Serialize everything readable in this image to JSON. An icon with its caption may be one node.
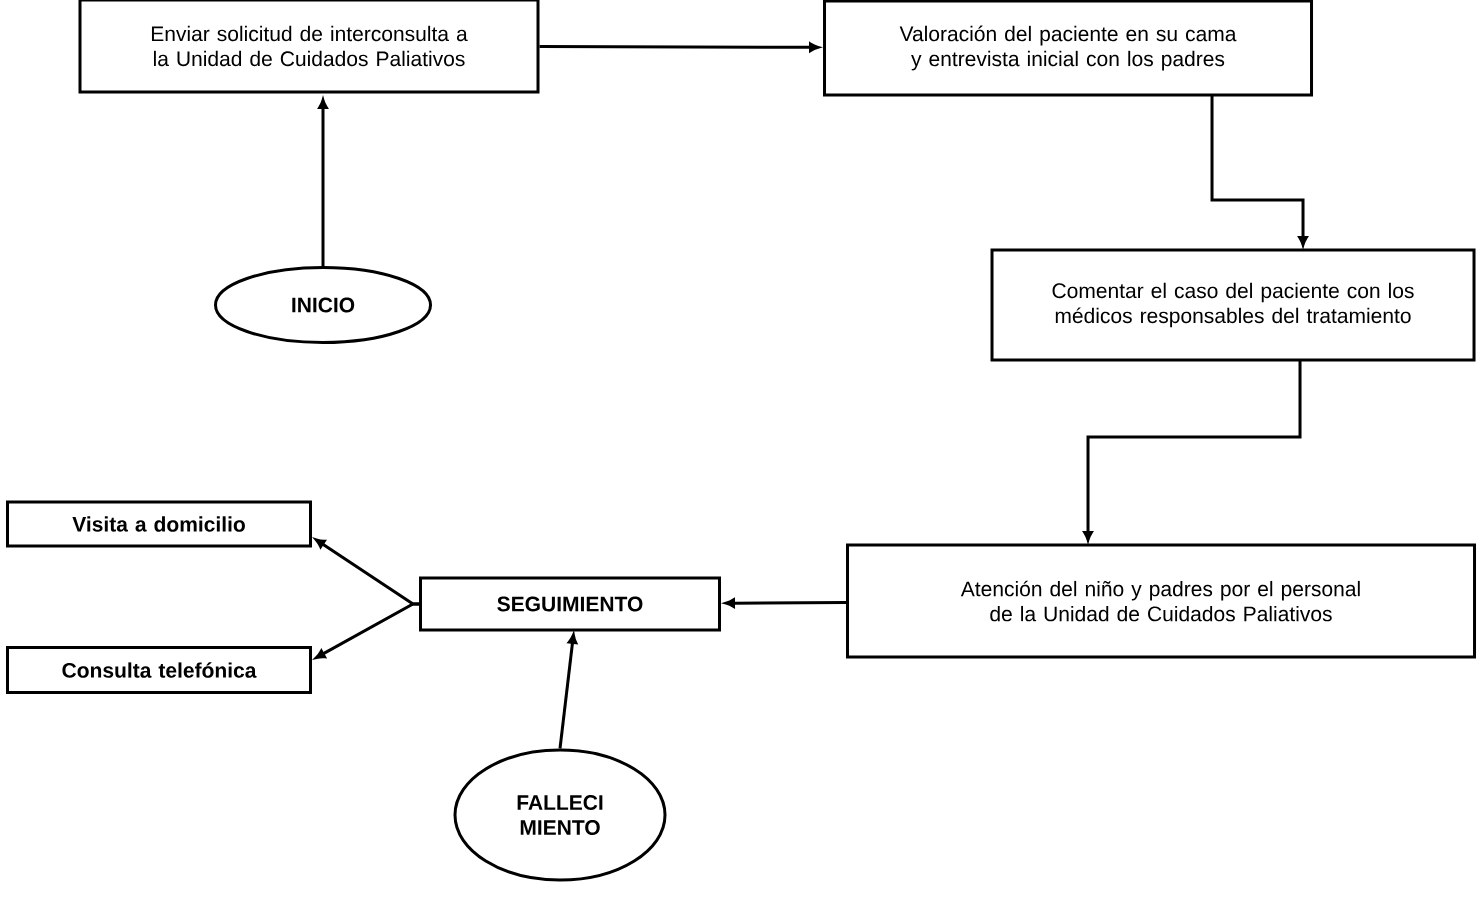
{
  "diagram": {
    "nodes": [
      {
        "text": [
          "Enviar solicitud de interconsulta a la Unidad de Cuidados Paliativos"
        ]
      },
      {
        "text": [
          "Valoración del paciente en su cama y entrevista inicial con los padres"
        ]
      },
      {
        "text": [
          "INICIO"
        ]
      },
      {
        "text": [
          "Comentar el caso del paciente con los médicos responsables del tratamiento"
        ]
      },
      {
        "text": [
          "Atención del niño y padres por el personal de la Unidad de Cuidados Paliativos"
        ]
      },
      {
        "text": [
          "SEGUIMIENTO"
        ]
      },
      {
        "text": [
          "Visita a domicilio"
        ]
      },
      {
        "text": [
          "Consulta telefónica"
        ]
      },
      {
        "text": [
          "FALLECI MIENTO"
        ]
      }
    ],
    "edges": [
      {
        "from": 2,
        "to": 0,
        "arrow": "to"
      },
      {
        "from": 0,
        "to": 1,
        "arrow": "to"
      },
      {
        "from": 1,
        "to": 3,
        "arrow": "to"
      },
      {
        "from": 3,
        "to": 4,
        "arrow": "to"
      },
      {
        "from": 4,
        "to": 5,
        "arrow": "to"
      },
      {
        "from": 5,
        "to": 6,
        "arrow": "to"
      },
      {
        "from": 5,
        "to": 7,
        "arrow": "to"
      },
      {
        "from": 8,
        "to": 5,
        "arrow": "to"
      }
    ]
  }
}
